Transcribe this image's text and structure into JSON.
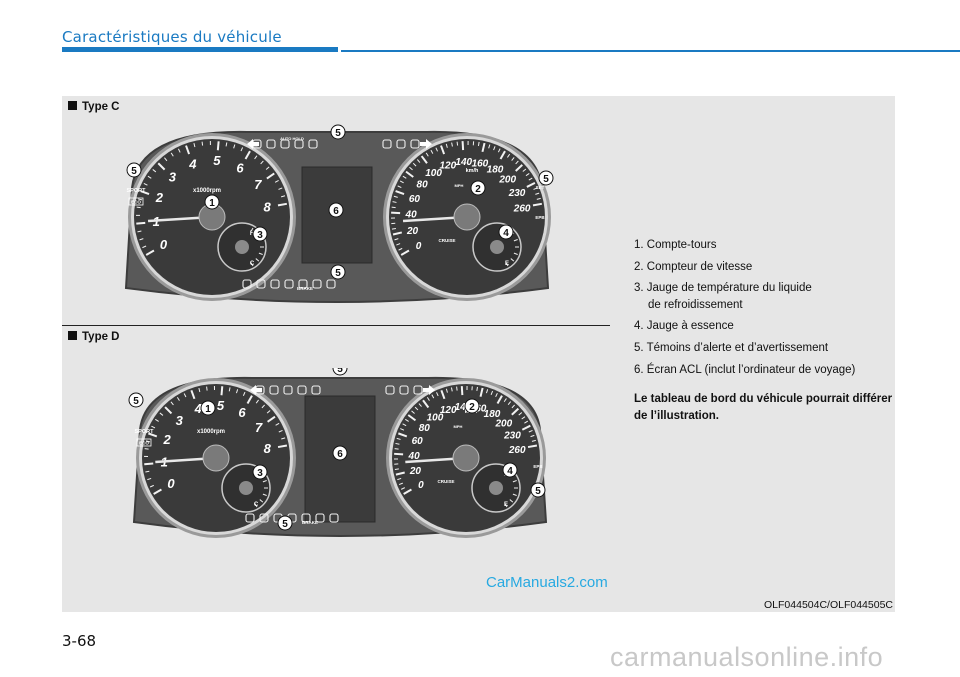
{
  "header": {
    "title": "Caractéristiques du véhicule"
  },
  "figure": {
    "type_c": {
      "label": "Type C"
    },
    "type_d": {
      "label": "Type D"
    },
    "legend": {
      "items": [
        "1. Compte-tours",
        "2. Compteur de vitesse",
        "3. Jauge de température du liquide",
        "4. Jauge à essence",
        "5. Témoins d’alerte et d’avertissement",
        "6. Écran ACL (inclut l’ordinateur de voyage)"
      ],
      "item3_cont": "de refroidissement",
      "note": "Le tableau de bord du véhicule pourrait différer de l’illustration."
    },
    "caption": "OLF044504C/OLF044505C",
    "watermark": "CarManuals2.com"
  },
  "cluster": {
    "rpm_unit": "x1000rpm",
    "speed_unit": "km/h",
    "mph": "MPH",
    "cruise": "CRUISE",
    "tach_ticks": [
      "0",
      "1",
      "2",
      "3",
      "4",
      "5",
      "6",
      "7",
      "8"
    ],
    "speed_ticks": [
      "0",
      "20",
      "40",
      "60",
      "80",
      "100",
      "120",
      "140",
      "160",
      "180",
      "200",
      "230",
      "260"
    ],
    "labels_c": {
      "sport": "SPORT",
      "eco": "ECO",
      "auto_hold": "AUTO HOLD",
      "set": "SET",
      "epb": "EPB",
      "brake": "BRAKE"
    },
    "labels_d": {
      "sport": "SPORT",
      "eco": "ECO",
      "epb": "EPB",
      "brake": "BRAKE"
    },
    "callouts": [
      "1",
      "2",
      "3",
      "4",
      "5",
      "6"
    ],
    "gauge": {
      "hot": "H",
      "cold": "C",
      "full": "F",
      "empty": "E"
    }
  },
  "page": {
    "number": "3-68"
  },
  "footer": {
    "watermark": "carmanualsonline.info"
  }
}
